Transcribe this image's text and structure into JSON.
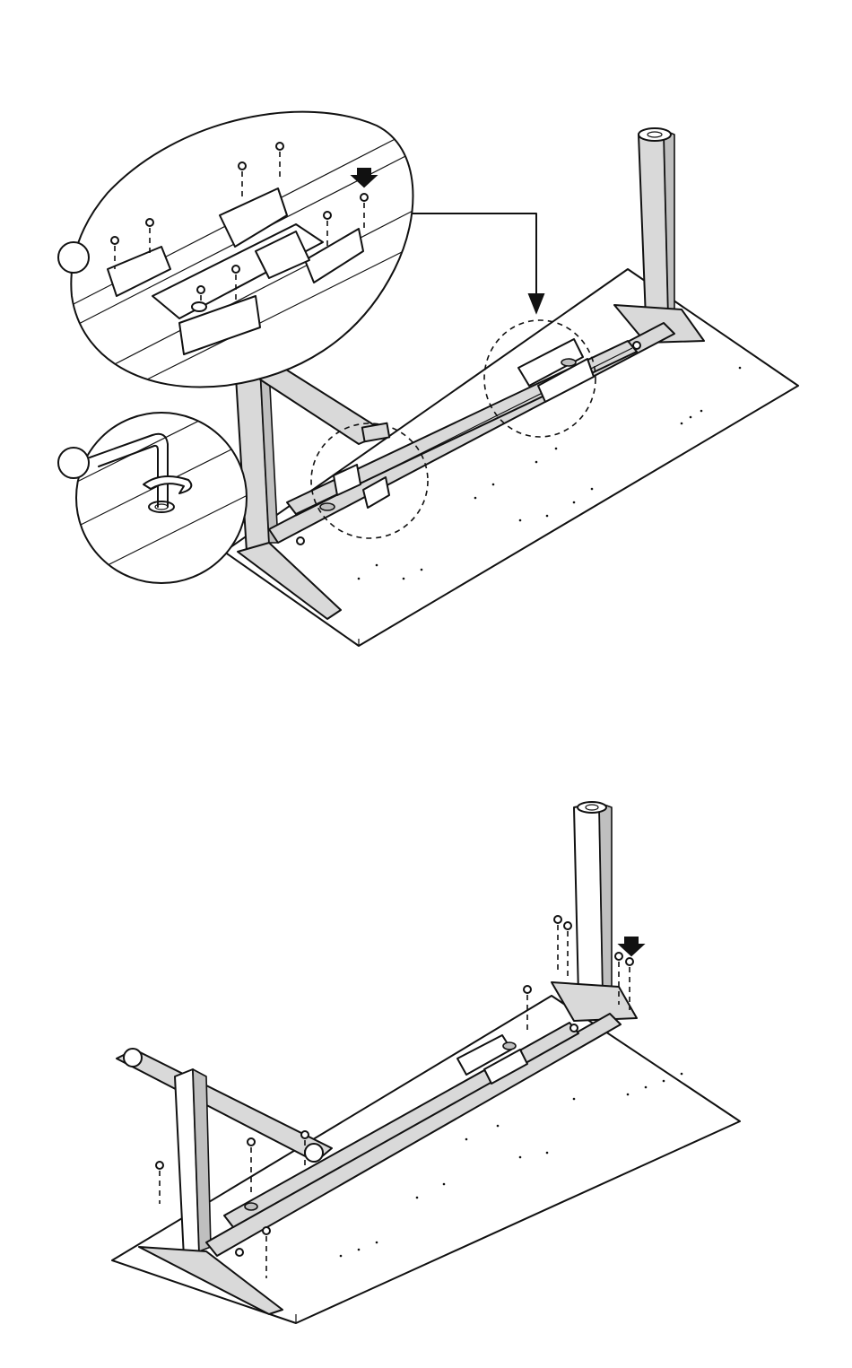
{
  "figures": [
    {
      "name": "step-attach-crossbar",
      "callouts": [
        {
          "id": "callout-1",
          "label": ""
        },
        {
          "id": "callout-2",
          "label": ""
        }
      ],
      "icons": [
        "screw-icon",
        "push-down-arrow-icon",
        "hex-key-icon",
        "rotate-arrow-icon"
      ]
    },
    {
      "name": "step-fix-frame-to-tabletop",
      "icons": [
        "screw-icon",
        "push-down-arrow-icon"
      ]
    }
  ],
  "colors": {
    "line": "#111111",
    "metal": "#d9d9d9",
    "background": "#ffffff"
  }
}
